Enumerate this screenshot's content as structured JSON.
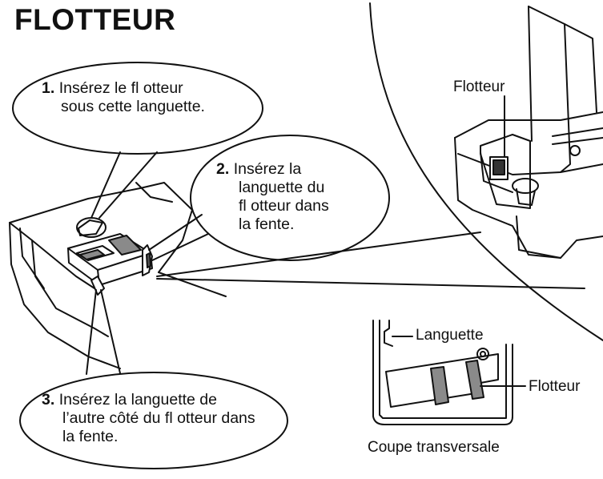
{
  "title": "FLOTTEUR",
  "steps": [
    {
      "number": "1.",
      "line1": "Insérez le fl otteur",
      "line2": "sous cette languette.",
      "line3": ""
    },
    {
      "number": "2.",
      "line1": "Insérez la",
      "line2": "languette du",
      "line3": "fl otteur dans",
      "line4": "la fente."
    },
    {
      "number": "3.",
      "line1": "Insérez la languette de",
      "line2": "l’autre côté du fl otteur dans",
      "line3": "la fente."
    }
  ],
  "labels": {
    "flotteur_top": "Flotteur",
    "languette": "Languette",
    "flotteur_section": "Flotteur",
    "section_caption": "Coupe transversale"
  }
}
